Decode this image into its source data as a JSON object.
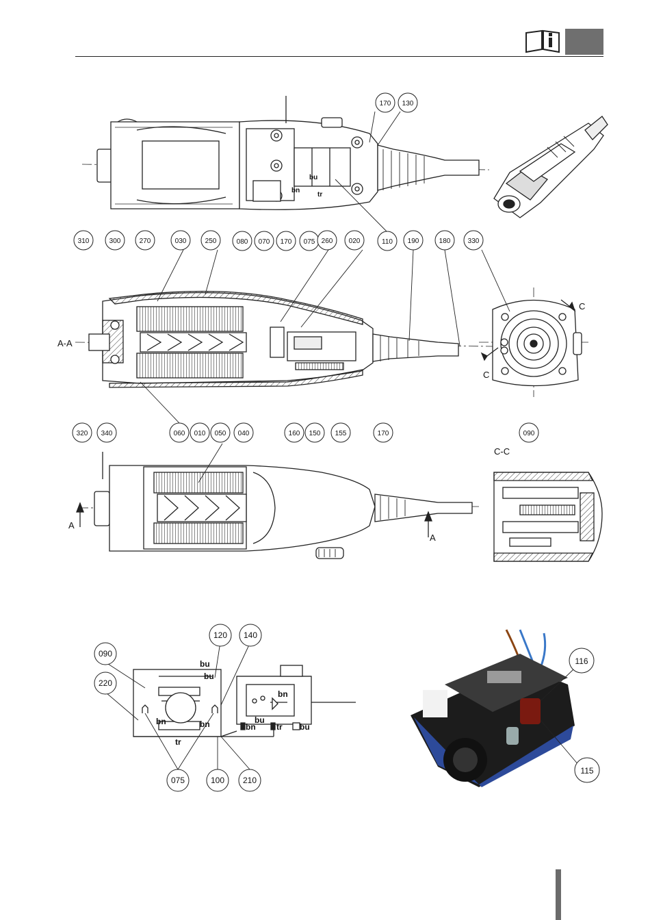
{
  "header": {
    "icon": "info-manual-icon"
  },
  "sections": {
    "section_aa": "A-A",
    "section_cc": "C-C",
    "arrow_a": "A",
    "arrow_c": "C"
  },
  "callouts": {
    "top_view": [
      "170",
      "130",
      "080",
      "070",
      "170",
      "075",
      "110"
    ],
    "section_view_top": [
      "310",
      "300",
      "270",
      "030",
      "250",
      "260",
      "020",
      "190",
      "180",
      "330"
    ],
    "section_view_bottom": [
      "320",
      "340",
      "060",
      "010",
      "050",
      "040",
      "160",
      "150",
      "155",
      "170",
      "090"
    ],
    "circuit": [
      "090",
      "220",
      "120",
      "140",
      "075",
      "100",
      "210"
    ],
    "photo": [
      "116",
      "115"
    ]
  },
  "wire_labels": {
    "bu": "bu",
    "bn": "bn",
    "tr": "tr"
  },
  "colors": {
    "line": "#222222",
    "grey_tab": "#6f6f6f",
    "photo_blue": "#2d4a9a"
  }
}
